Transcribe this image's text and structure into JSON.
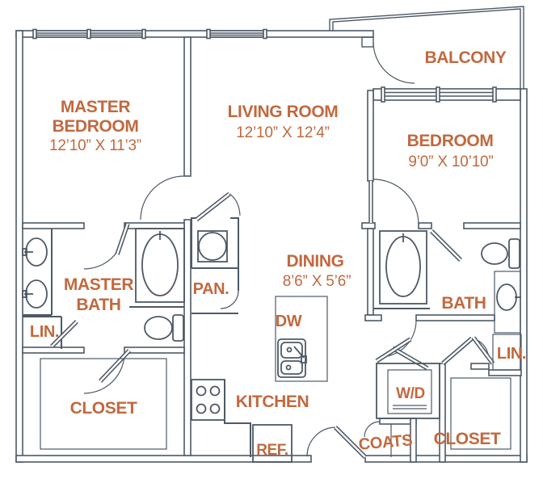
{
  "palette": {
    "wall": "#4d5966",
    "label": "#c1693f",
    "background": "#ffffff"
  },
  "rooms": {
    "master_bedroom": {
      "line1": "MASTER",
      "line2": "BEDROOM",
      "dims": "12’10” X 11’3”"
    },
    "living_room": {
      "name": "LIVING ROOM",
      "dims": "12’10” X 12’4”"
    },
    "balcony": {
      "name": "BALCONY"
    },
    "bedroom": {
      "name": "BEDROOM",
      "dims": "9’0” X 10’10”"
    },
    "master_bath": {
      "line1": "MASTER",
      "line2": "BATH"
    },
    "linen_left": {
      "name": "LIN."
    },
    "pantry": {
      "name": "PAN."
    },
    "dining": {
      "name": "DINING",
      "dims": "8’6” X 5’6”"
    },
    "dishwasher": {
      "name": "DW"
    },
    "bath": {
      "name": "BATH"
    },
    "linen_right": {
      "name": "LIN."
    },
    "closet_left": {
      "name": "CLOSET"
    },
    "kitchen": {
      "name": "KITCHEN"
    },
    "washer_dryer": {
      "name": "W/D"
    },
    "refrigerator": {
      "name": "REF."
    },
    "coats": {
      "name": "COATS"
    },
    "closet_right": {
      "name": "CLOSET"
    }
  }
}
